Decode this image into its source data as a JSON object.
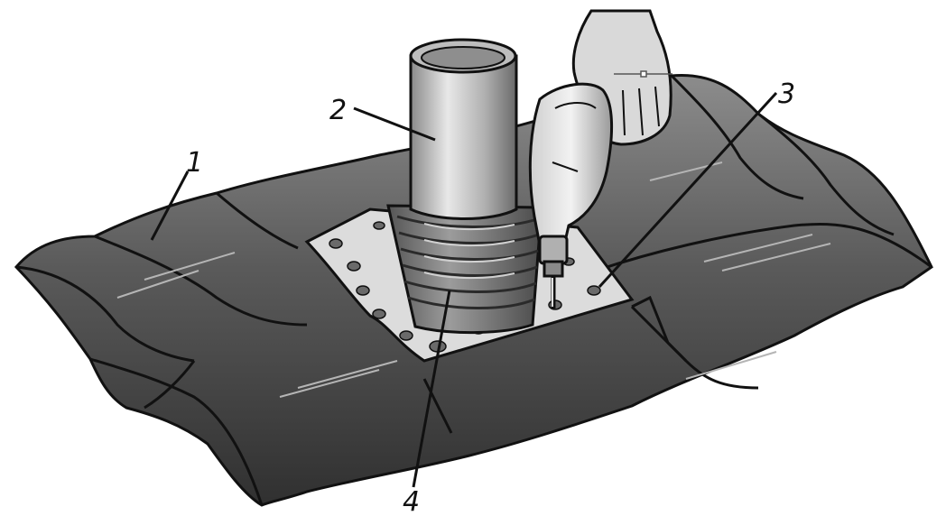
{
  "labels": {
    "tile": "1",
    "pipe": "2",
    "screw": "3",
    "sleeve": "4"
  },
  "colors": {
    "tile_dark": "#3a3a3a",
    "tile_mid": "#6e6e6e",
    "tile_light": "#9a9a9a",
    "outline": "#111111",
    "flange": "#d9d9d9",
    "pipe_light": "#e6e6e6",
    "pipe_mid": "#a8a8a8",
    "pipe_dark": "#707070"
  },
  "icons": [
    "hand-icon",
    "drill-icon"
  ]
}
